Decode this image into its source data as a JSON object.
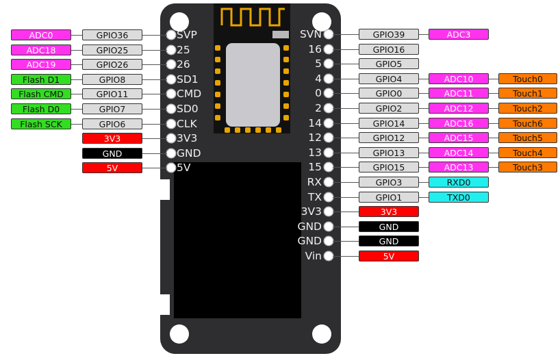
{
  "colors": {
    "gpio": "#dcdcdc",
    "adc": "#ff33ee",
    "flash": "#33dd22",
    "power_3v3": "#ff0000",
    "power_5v": "#ff0000",
    "gnd": "#000000",
    "touch": "#ff7a00",
    "uart": "#22eeee",
    "board": "#2e2e30",
    "module_pad": "#e8a400"
  },
  "left_pins": [
    {
      "pin": "SVP",
      "tags": [
        {
          "text": "GPIO36",
          "kind": "gpio"
        },
        {
          "text": "ADC0",
          "kind": "adc"
        }
      ]
    },
    {
      "pin": "25",
      "tags": [
        {
          "text": "GPIO25",
          "kind": "gpio"
        },
        {
          "text": "ADC18",
          "kind": "adc"
        }
      ]
    },
    {
      "pin": "26",
      "tags": [
        {
          "text": "GPIO26",
          "kind": "gpio"
        },
        {
          "text": "ADC19",
          "kind": "adc"
        }
      ]
    },
    {
      "pin": "SD1",
      "tags": [
        {
          "text": "GPIO8",
          "kind": "gpio"
        },
        {
          "text": "Flash D1",
          "kind": "flash"
        }
      ]
    },
    {
      "pin": "CMD",
      "tags": [
        {
          "text": "GPIO11",
          "kind": "gpio"
        },
        {
          "text": "Flash CMD",
          "kind": "flash"
        }
      ]
    },
    {
      "pin": "SD0",
      "tags": [
        {
          "text": "GPIO7",
          "kind": "gpio"
        },
        {
          "text": "Flash D0",
          "kind": "flash"
        }
      ]
    },
    {
      "pin": "CLK",
      "tags": [
        {
          "text": "GPIO6",
          "kind": "gpio"
        },
        {
          "text": "Flash SCK",
          "kind": "flash"
        }
      ]
    },
    {
      "pin": "3V3",
      "tags": [
        {
          "text": "3V3",
          "kind": "power_3v3"
        }
      ]
    },
    {
      "pin": "GND",
      "tags": [
        {
          "text": "GND",
          "kind": "gnd"
        }
      ]
    },
    {
      "pin": "5V",
      "tags": [
        {
          "text": "5V",
          "kind": "power_5v"
        }
      ]
    }
  ],
  "right_pins": [
    {
      "pin": "SVN",
      "tags": [
        {
          "text": "GPIO39",
          "kind": "gpio"
        },
        {
          "text": "ADC3",
          "kind": "adc"
        }
      ]
    },
    {
      "pin": "16",
      "tags": [
        {
          "text": "GPIO16",
          "kind": "gpio"
        }
      ]
    },
    {
      "pin": "5",
      "tags": [
        {
          "text": "GPIO5",
          "kind": "gpio"
        }
      ]
    },
    {
      "pin": "4",
      "tags": [
        {
          "text": "GPIO4",
          "kind": "gpio"
        },
        {
          "text": "ADC10",
          "kind": "adc"
        },
        {
          "text": "Touch0",
          "kind": "touch"
        }
      ]
    },
    {
      "pin": "0",
      "tags": [
        {
          "text": "GPIO0",
          "kind": "gpio"
        },
        {
          "text": "ADC11",
          "kind": "adc"
        },
        {
          "text": "Touch1",
          "kind": "touch"
        }
      ]
    },
    {
      "pin": "2",
      "tags": [
        {
          "text": "GPIO2",
          "kind": "gpio"
        },
        {
          "text": "ADC12",
          "kind": "adc"
        },
        {
          "text": "Touch2",
          "kind": "touch"
        }
      ]
    },
    {
      "pin": "14",
      "tags": [
        {
          "text": "GPIO14",
          "kind": "gpio"
        },
        {
          "text": "ADC16",
          "kind": "adc"
        },
        {
          "text": "Touch6",
          "kind": "touch"
        }
      ]
    },
    {
      "pin": "12",
      "tags": [
        {
          "text": "GPIO12",
          "kind": "gpio"
        },
        {
          "text": "ADC15",
          "kind": "adc"
        },
        {
          "text": "Touch5",
          "kind": "touch"
        }
      ]
    },
    {
      "pin": "13",
      "tags": [
        {
          "text": "GPIO13",
          "kind": "gpio"
        },
        {
          "text": "ADC14",
          "kind": "adc"
        },
        {
          "text": "Touch4",
          "kind": "touch"
        }
      ]
    },
    {
      "pin": "15",
      "tags": [
        {
          "text": "GPIO15",
          "kind": "gpio"
        },
        {
          "text": "ADC13",
          "kind": "adc"
        },
        {
          "text": "Touch3",
          "kind": "touch"
        }
      ]
    },
    {
      "pin": "RX",
      "tags": [
        {
          "text": "GPIO3",
          "kind": "gpio"
        },
        {
          "text": "RXD0",
          "kind": "uart"
        }
      ]
    },
    {
      "pin": "TX",
      "tags": [
        {
          "text": "GPIO1",
          "kind": "gpio"
        },
        {
          "text": "TXD0",
          "kind": "uart"
        }
      ]
    },
    {
      "pin": "3V3",
      "tags": [
        {
          "text": "3V3",
          "kind": "power_3v3"
        }
      ]
    },
    {
      "pin": "GND",
      "tags": [
        {
          "text": "GND",
          "kind": "gnd"
        }
      ]
    },
    {
      "pin": "GND",
      "tags": [
        {
          "text": "GND",
          "kind": "gnd"
        }
      ]
    },
    {
      "pin": "Vin",
      "tags": [
        {
          "text": "5V",
          "kind": "power_5v"
        }
      ]
    }
  ]
}
